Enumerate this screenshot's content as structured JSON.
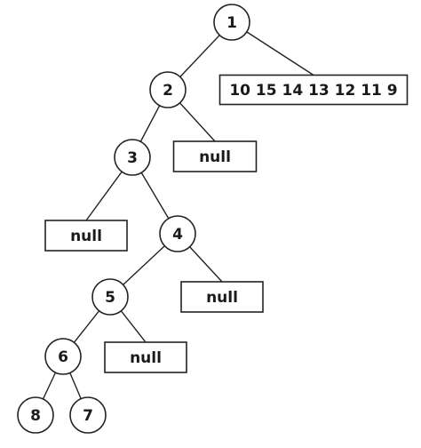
{
  "tree": {
    "nodes": [
      {
        "id": "n1",
        "label": "1",
        "shape": "circle"
      },
      {
        "id": "n2",
        "label": "2",
        "shape": "circle"
      },
      {
        "id": "b1",
        "label": "10 15 14 13 12 11 9",
        "shape": "box"
      },
      {
        "id": "n3",
        "label": "3",
        "shape": "circle"
      },
      {
        "id": "b2",
        "label": "null",
        "shape": "box"
      },
      {
        "id": "b3",
        "label": "null",
        "shape": "box"
      },
      {
        "id": "n4",
        "label": "4",
        "shape": "circle"
      },
      {
        "id": "n5",
        "label": "5",
        "shape": "circle"
      },
      {
        "id": "b4",
        "label": "null",
        "shape": "box"
      },
      {
        "id": "n6",
        "label": "6",
        "shape": "circle"
      },
      {
        "id": "b5",
        "label": "null",
        "shape": "box"
      },
      {
        "id": "n8",
        "label": "8",
        "shape": "circle"
      },
      {
        "id": "n7",
        "label": "7",
        "shape": "circle"
      }
    ],
    "edges": [
      [
        "n1",
        "n2"
      ],
      [
        "n1",
        "b1"
      ],
      [
        "n2",
        "n3"
      ],
      [
        "n2",
        "b2"
      ],
      [
        "n3",
        "b3"
      ],
      [
        "n3",
        "n4"
      ],
      [
        "n4",
        "n5"
      ],
      [
        "n4",
        "b4"
      ],
      [
        "n5",
        "n6"
      ],
      [
        "n5",
        "b5"
      ],
      [
        "n6",
        "n8"
      ],
      [
        "n6",
        "n7"
      ]
    ]
  }
}
